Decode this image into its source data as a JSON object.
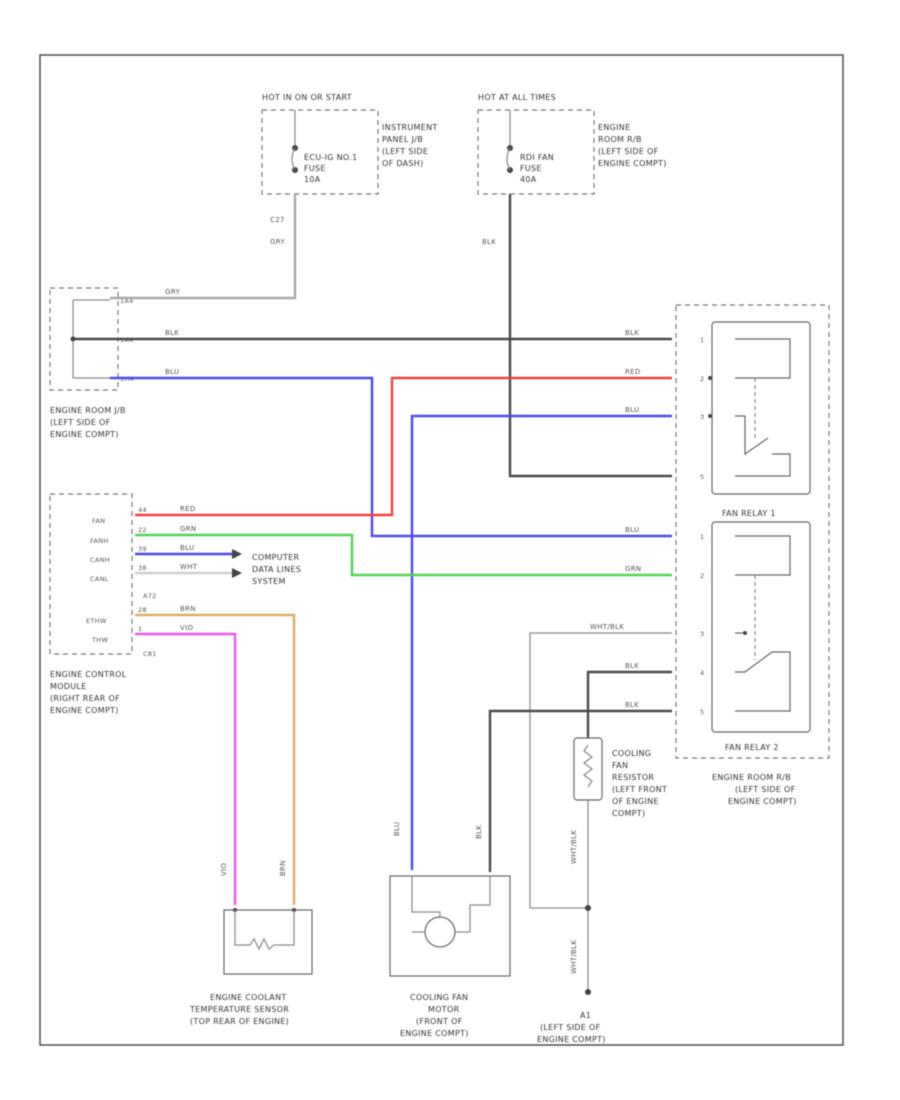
{
  "diagram_id": "",
  "colors": {
    "red": "#f04040",
    "blue": "#4a4af0",
    "green": "#52d452",
    "pink": "#ee55ee",
    "orange": "#dcae60",
    "black": "#4a4a4a",
    "gray": "#aaaaaa",
    "white_blue": "#9a9a9a"
  },
  "hot_in_on": {
    "title": "HOT IN ON OR START",
    "fuse_lines": [
      "ECU-IG NO.1",
      "FUSE",
      "10A"
    ],
    "location_lines": [
      "INSTRUMENT",
      "PANEL J/B",
      "(LEFT SIDE",
      "OF DASH)"
    ]
  },
  "hot_at_all_times": {
    "title": "HOT AT ALL TIMES",
    "fuse_lines": [
      "RDI FAN",
      "FUSE",
      "40A"
    ],
    "location_lines": [
      "ENGINE",
      "ROOM R/B",
      "(LEFT SIDE OF",
      "ENGINE COMPT)"
    ]
  },
  "wires": {
    "c27": "C27",
    "gry": "GRY",
    "blk": "BLK",
    "red": "RED",
    "blu": "BLU",
    "grn": "GRN",
    "wht": "WHT",
    "brn": "BRN",
    "vio": "VIO",
    "wht_blk": "WHT/BLK"
  },
  "engine_room_jb": {
    "pins": [
      "1A4",
      "1A4",
      "1H4"
    ],
    "location_lines": [
      "ENGINE ROOM J/B",
      "(LEFT SIDE OF",
      "ENGINE COMPT)"
    ]
  },
  "ecm": {
    "pins": [
      "FAN",
      "FANH",
      "CANH",
      "CANL",
      "",
      "ETHW",
      "THW"
    ],
    "connectors": [
      "A72",
      "C81"
    ],
    "pin_numbers": [
      "44",
      "22",
      "39",
      "38",
      "",
      "28",
      "1"
    ],
    "location_lines": [
      "ENGINE CONTROL",
      "MODULE",
      "(RIGHT REAR OF",
      "ENGINE COMPT)"
    ]
  },
  "data_lines": [
    "COMPUTER",
    "DATA LINES",
    "SYSTEM"
  ],
  "relays": {
    "fan_relay_1": "FAN RELAY 1",
    "fan_relay_2": "FAN RELAY 2",
    "location_lines": [
      "ENGINE ROOM R/B",
      "(LEFT SIDE OF",
      "ENGINE COMPT)"
    ],
    "pin_labels": [
      "1",
      "2",
      "3",
      "5",
      "1",
      "2",
      "3",
      "4",
      "5"
    ]
  },
  "resistor": {
    "label_lines": [
      "COOLING",
      "FAN",
      "RESISTOR",
      "(LEFT FRONT",
      "OF ENGINE",
      "COMPT)"
    ]
  },
  "ect_sensor": {
    "label_lines": [
      "ENGINE COOLANT",
      "TEMPERATURE SENSOR",
      "(TOP REAR OF ENGINE)"
    ]
  },
  "fan_motor": {
    "label_lines": [
      "COOLING FAN",
      "MOTOR",
      "(FRONT OF",
      "ENGINE COMPT)"
    ]
  },
  "ground": {
    "label_lines": [
      "A1",
      "(LEFT SIDE OF",
      "ENGINE COMPT)"
    ]
  }
}
